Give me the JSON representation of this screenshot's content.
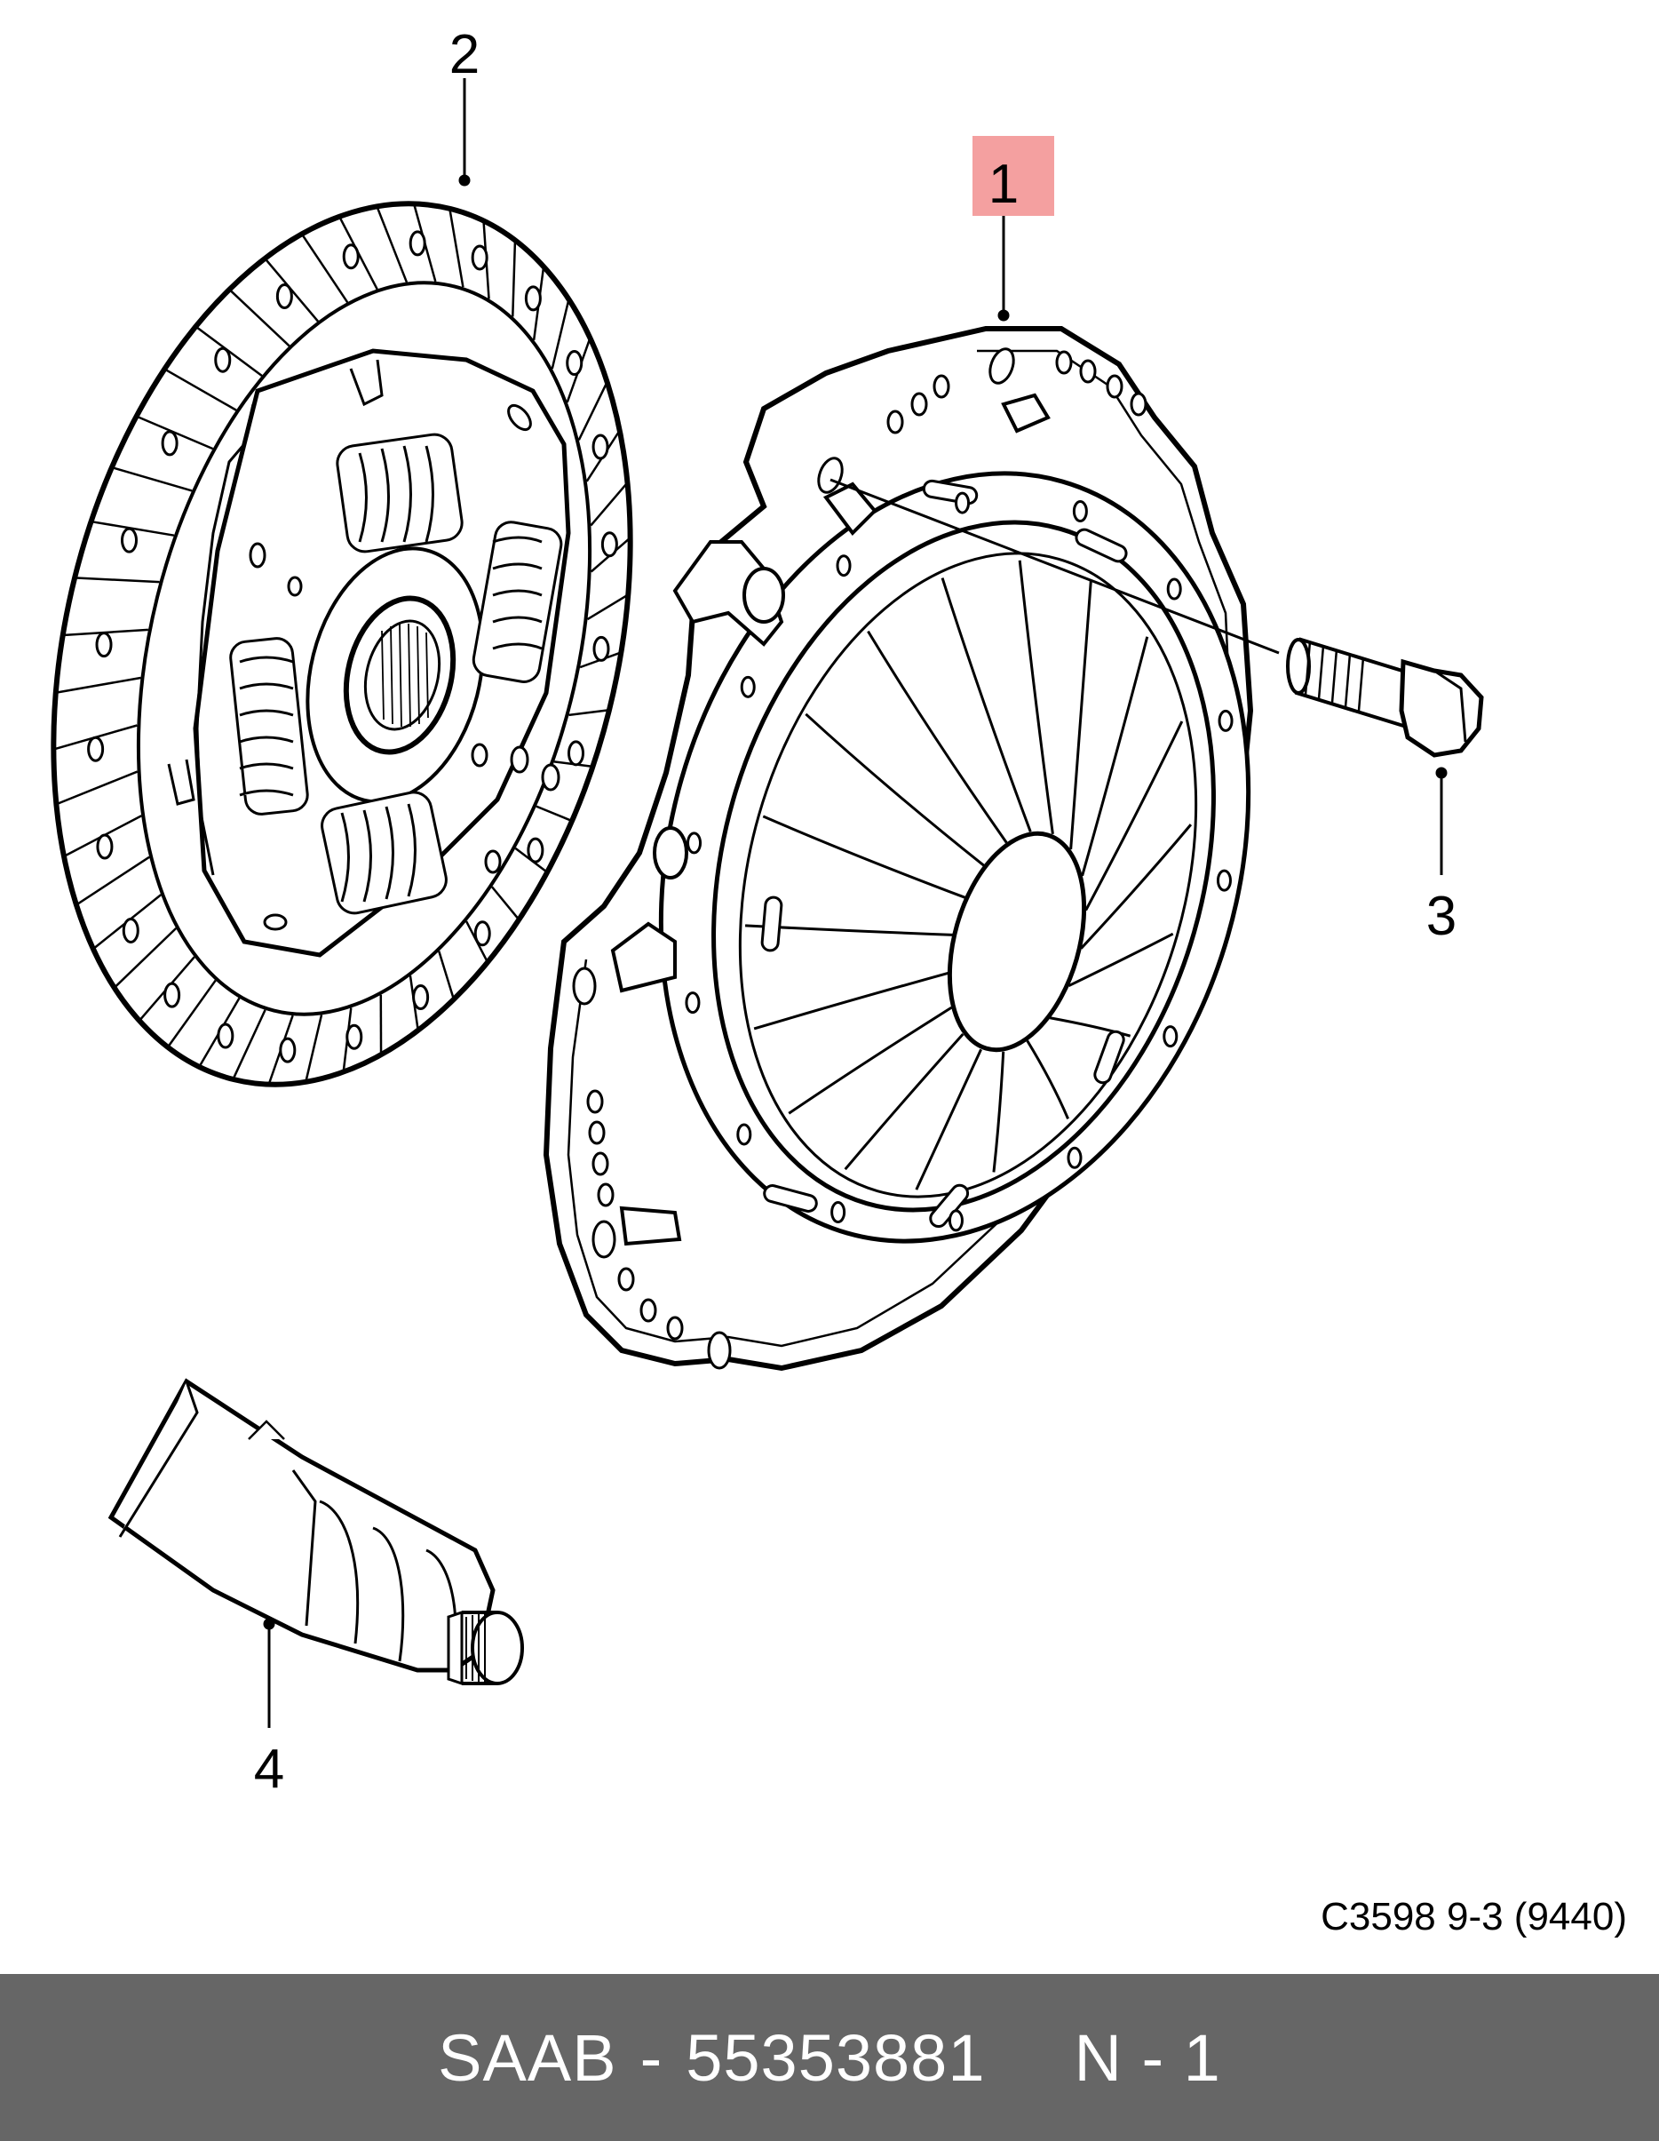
{
  "diagram": {
    "callouts": [
      {
        "id": "1",
        "label": "1",
        "highlighted": true,
        "highlight_color": "#f4a0a0"
      },
      {
        "id": "2",
        "label": "2",
        "highlighted": false
      },
      {
        "id": "3",
        "label": "3",
        "highlighted": false
      },
      {
        "id": "4",
        "label": "4",
        "highlighted": false
      }
    ],
    "parts": [
      {
        "callout": "1",
        "icon": "clutch-pressure-plate-icon"
      },
      {
        "callout": "2",
        "icon": "clutch-disc-icon"
      },
      {
        "callout": "3",
        "icon": "bolt-icon"
      },
      {
        "callout": "4",
        "icon": "grease-tube-icon"
      }
    ],
    "reference_code": "C3598 9-3 (9440)"
  },
  "footer": {
    "brand": "SAAB",
    "separator": "-",
    "part_number": "55353881",
    "position_label": "N - 1",
    "background_color": "#666666",
    "text_color": "#ffffff"
  }
}
